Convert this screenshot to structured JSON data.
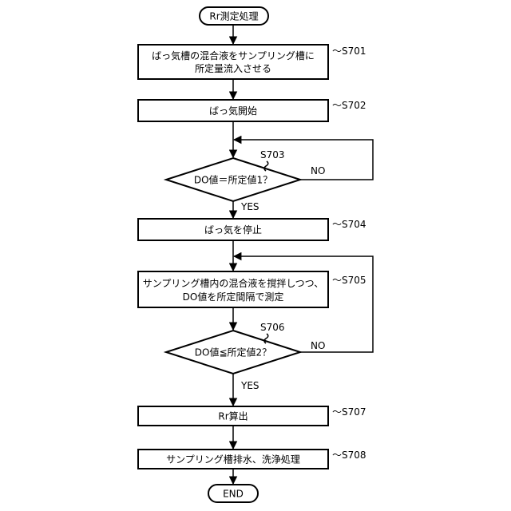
{
  "start": "Rr測定処理",
  "end": "END",
  "steps": [
    {
      "id": "S701",
      "lines": [
        "ばっ気槽の混合液をサンプリング槽に",
        "所定量流入させる"
      ]
    },
    {
      "id": "S702",
      "lines": [
        "ばっ気開始"
      ]
    },
    {
      "id": "S703",
      "lines": [
        "DO値＝所定値1？"
      ],
      "yes": "YES",
      "no": "NO"
    },
    {
      "id": "S704",
      "lines": [
        "ばっ気を停止"
      ]
    },
    {
      "id": "S705",
      "lines": [
        "サンプリング槽内の混合液を撹拌しつつ、",
        "DO値を所定間隔で測定"
      ]
    },
    {
      "id": "S706",
      "lines": [
        "DO値≦所定値2？"
      ],
      "yes": "YES",
      "no": "NO"
    },
    {
      "id": "S707",
      "lines": [
        "Rr算出"
      ]
    },
    {
      "id": "S708",
      "lines": [
        "サンプリング槽排水、洗浄処理"
      ]
    }
  ],
  "label_prefix": "～"
}
